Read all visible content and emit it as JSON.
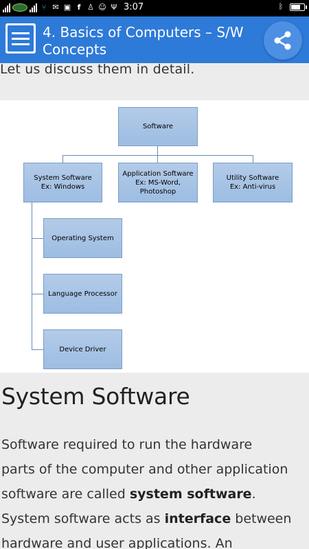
{
  "status_bar": {
    "time": "3:07",
    "icons": [
      "signal-icon",
      "carrier-logo",
      "signal-icon",
      "share-icon",
      "gmail-icon",
      "photo-icon",
      "facebook-icon",
      "person-add-icon",
      "android-icon",
      "usb-icon",
      "bluetooth-icon",
      "battery-icon"
    ]
  },
  "app_bar": {
    "title": "4. Basics of Computers – S/W Concepts",
    "menu_icon": "hamburger-menu-icon",
    "share_icon": "share-icon"
  },
  "content": {
    "intro_text": "Let us discuss them in detail.",
    "diagram": {
      "root": "Software",
      "system": {
        "line1": "System Software",
        "line2": "Ex: Windows"
      },
      "application": {
        "line1": "Application Software",
        "line2": "Ex: MS-Word,",
        "line3": "Photoshop"
      },
      "utility": {
        "line1": "Utility Software",
        "line2": "Ex: Anti-virus"
      },
      "children": [
        "Operating System",
        "Language Processor",
        "Device Driver"
      ]
    },
    "heading": "System Software",
    "paragraph": {
      "line1": "Software required to run the hardware",
      "line2": "parts of the computer and other application",
      "line3_pre": "software are called ",
      "line3_bold": "system software",
      "line3_post": ".",
      "line4_pre": "System software acts as ",
      "line4_bold": "interface",
      "line4_post": " between",
      "line5": "hardware and user applications. An"
    }
  }
}
